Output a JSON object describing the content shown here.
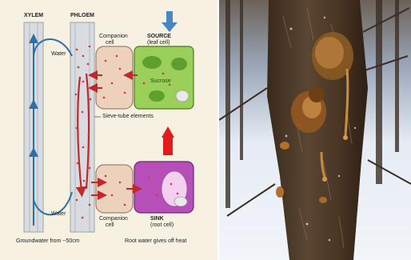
{
  "diagram": {
    "xylem_label": "XYLEM",
    "phloem_label": "PHLOEM",
    "source_title": "SOURCE",
    "source_sub": "(leaf cell)",
    "sink_title": "SINK",
    "sink_sub": "(root cell)",
    "companion_top_1": "Companion",
    "companion_top_2": "cell",
    "companion_bottom_1": "Companion",
    "companion_bottom_2": "cell",
    "water_top": "Water",
    "water_bottom": "Water",
    "sucrose": "Sucrose",
    "sieve_tube": "Sieve-tube elements",
    "footer_left": "Groundwater from ~50cm",
    "footer_right": "Root water gives off heat",
    "colors": {
      "xylem_arrow": "#2f6fa7",
      "phloem_arrow": "#c0282d",
      "source_cell": "#9ad05a",
      "sink_cell": "#b64fb8",
      "companion_cell": "#ecd2bd",
      "tube": "#d8dce0",
      "background": "#f6f1e1"
    }
  },
  "photo": {
    "subject": "tree trunk with resin and frost on bark, snowy forest background"
  }
}
